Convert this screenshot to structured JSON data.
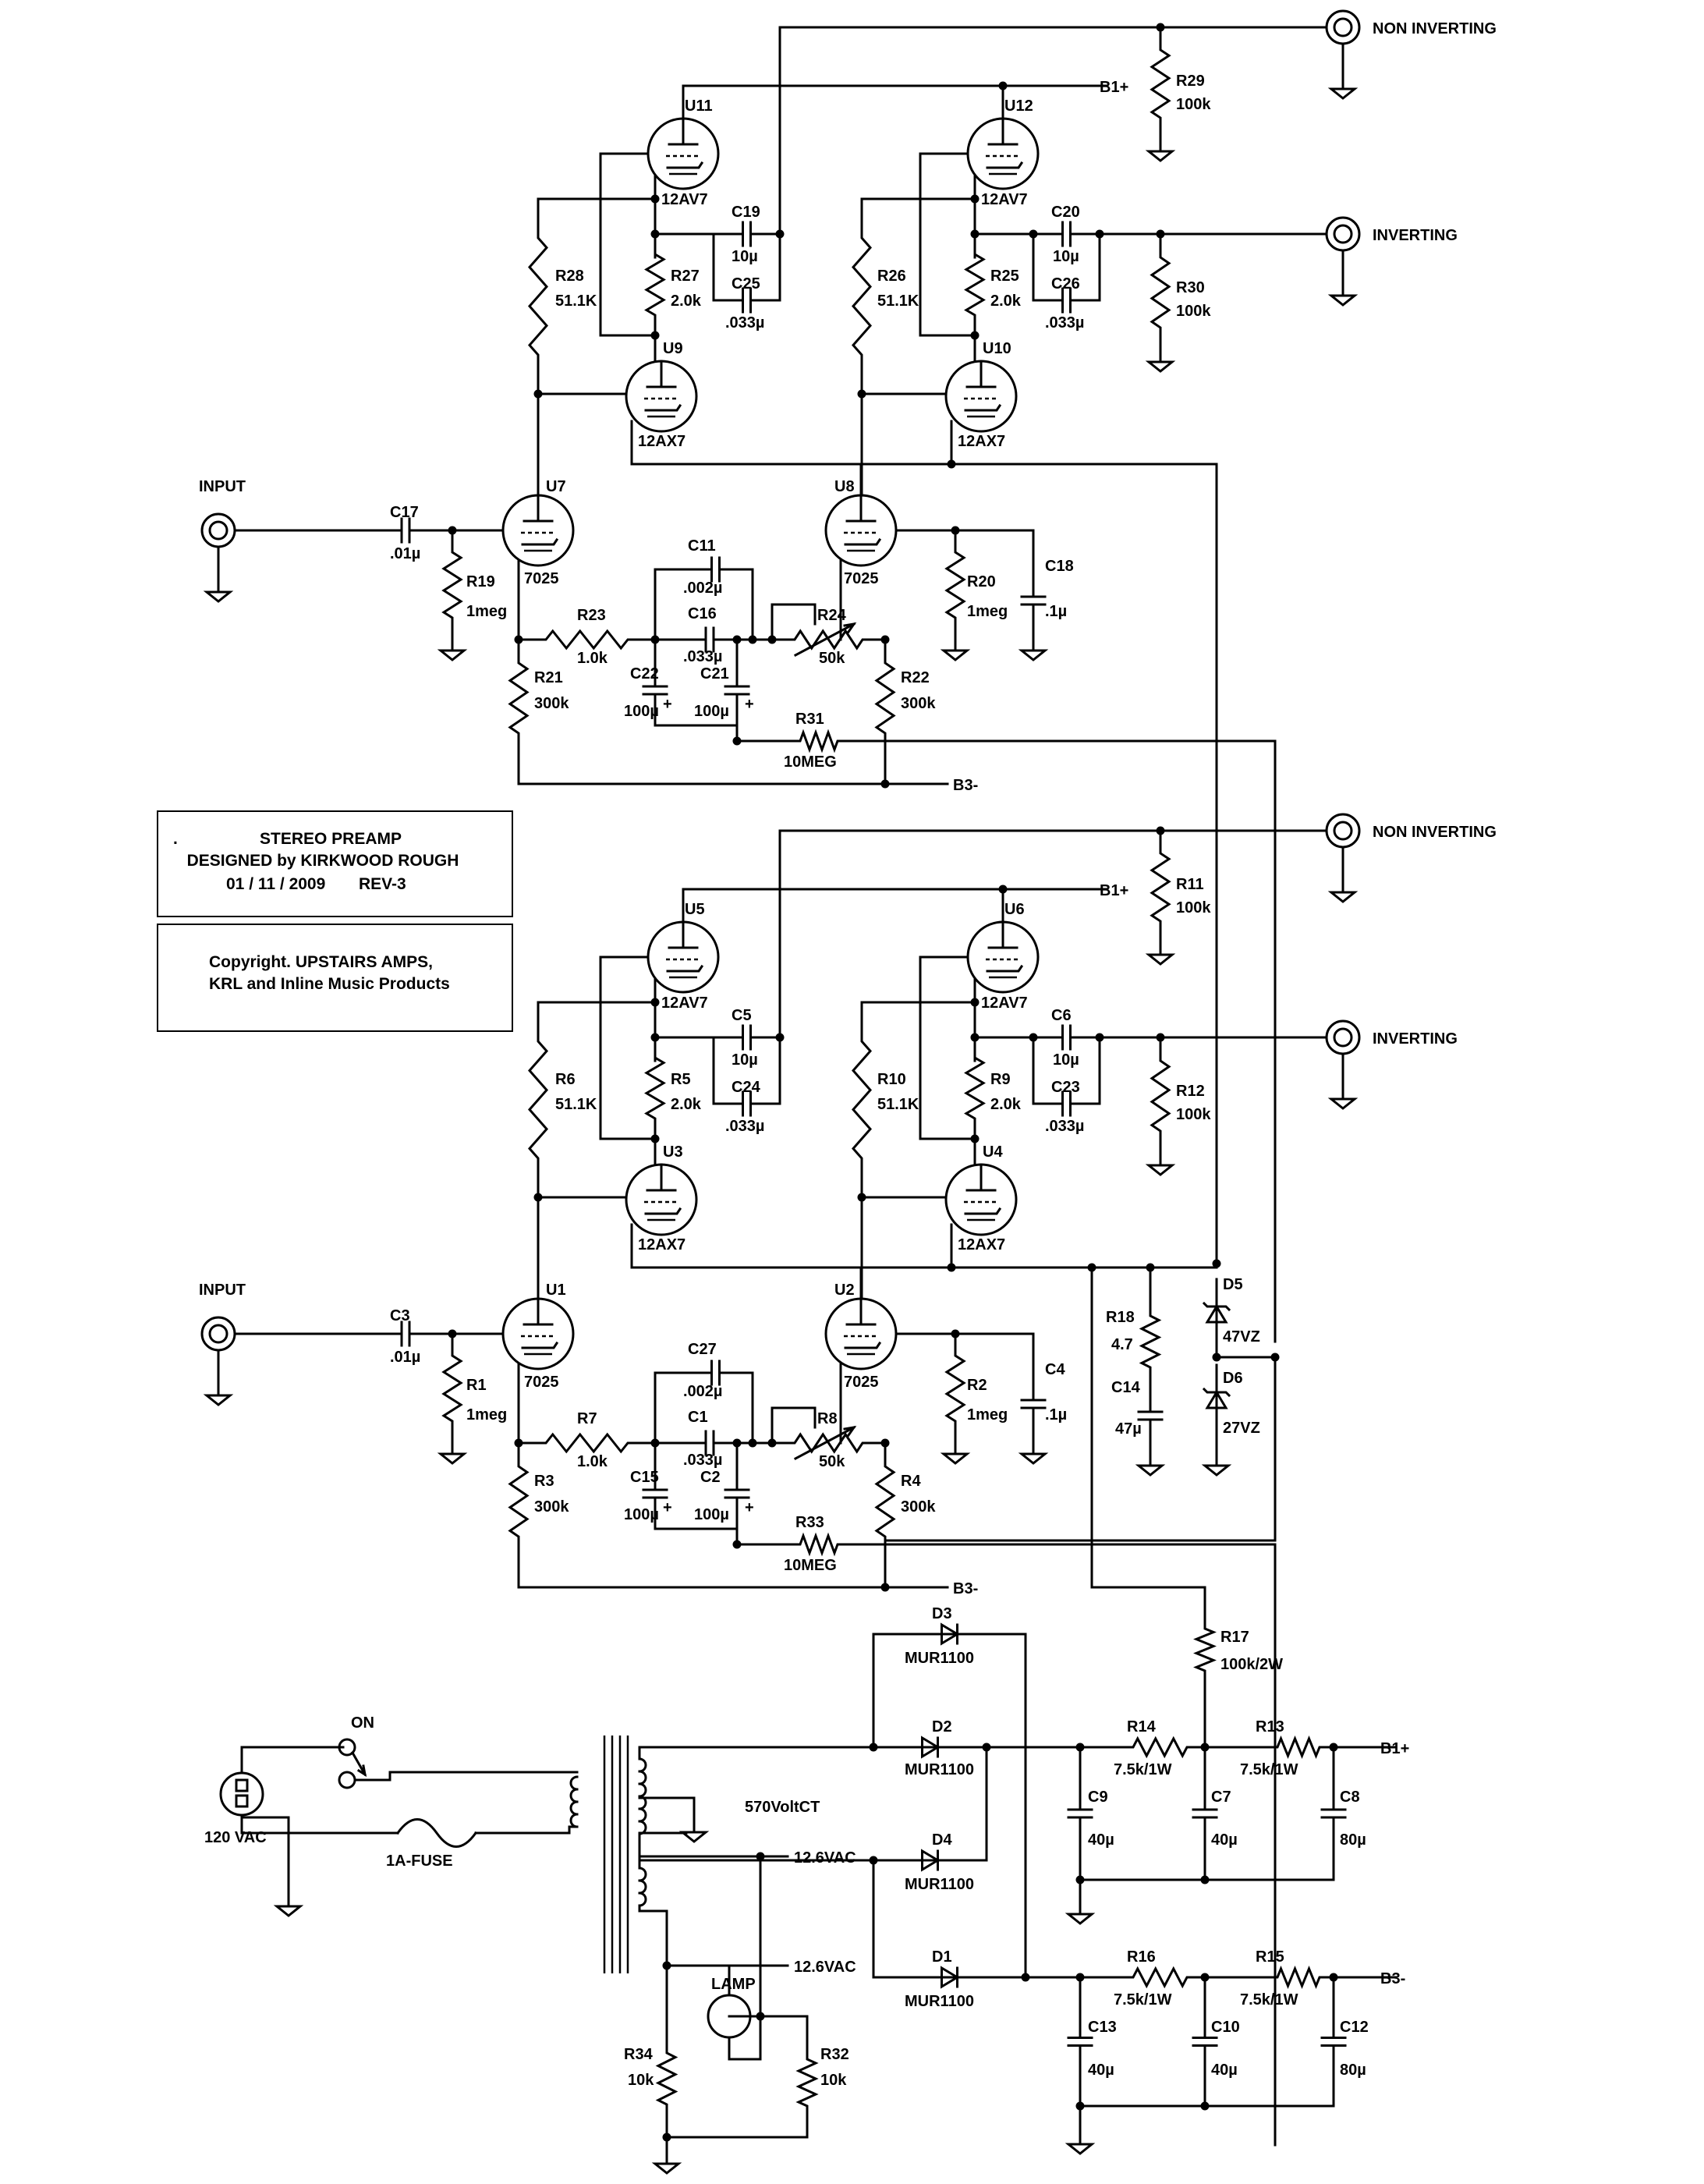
{
  "ports": {
    "non_inverting_top": "NON INVERTING",
    "inverting_top": "INVERTING",
    "non_inverting_bot": "NON INVERTING",
    "inverting_bot": "INVERTING",
    "input_top": "INPUT",
    "input_bot": "INPUT"
  },
  "rails": {
    "b1": "B1+",
    "b3": "B3-"
  },
  "tubes": {
    "U11": {
      "ref": "U11",
      "type": "12AV7"
    },
    "U12": {
      "ref": "U12",
      "type": "12AV7"
    },
    "U9": {
      "ref": "U9",
      "type": "12AX7"
    },
    "U10": {
      "ref": "U10",
      "type": "12AX7"
    },
    "U7": {
      "ref": "U7",
      "type": "7025"
    },
    "U8": {
      "ref": "U8",
      "type": "7025"
    },
    "U5": {
      "ref": "U5",
      "type": "12AV7"
    },
    "U6": {
      "ref": "U6",
      "type": "12AV7"
    },
    "U3": {
      "ref": "U3",
      "type": "12AX7"
    },
    "U4": {
      "ref": "U4",
      "type": "12AX7"
    },
    "U1": {
      "ref": "U1",
      "type": "7025"
    },
    "U2": {
      "ref": "U2",
      "type": "7025"
    }
  },
  "parts": {
    "R29": {
      "ref": "R29",
      "val": "100k"
    },
    "R30": {
      "ref": "R30",
      "val": "100k"
    },
    "C19": {
      "ref": "C19",
      "val": "10µ"
    },
    "C25": {
      "ref": "C25",
      "val": ".033µ"
    },
    "C20": {
      "ref": "C20",
      "val": "10µ"
    },
    "C26": {
      "ref": "C26",
      "val": ".033µ"
    },
    "R28": {
      "ref": "R28",
      "val": "51.1K"
    },
    "R27": {
      "ref": "R27",
      "val": "2.0k"
    },
    "R26": {
      "ref": "R26",
      "val": "51.1K"
    },
    "R25": {
      "ref": "R25",
      "val": "2.0k"
    },
    "C17": {
      "ref": "C17",
      "val": ".01µ"
    },
    "R19": {
      "ref": "R19",
      "val": "1meg"
    },
    "C11": {
      "ref": "C11",
      "val": ".002µ"
    },
    "C16": {
      "ref": "C16",
      "val": ".033µ"
    },
    "R23": {
      "ref": "R23",
      "val": "1.0k"
    },
    "R24": {
      "ref": "R24",
      "val": "50k"
    },
    "C22": {
      "ref": "C22",
      "val": "100µ"
    },
    "C21": {
      "ref": "C21",
      "val": "100µ"
    },
    "R20": {
      "ref": "R20",
      "val": "1meg"
    },
    "C18": {
      "ref": "C18",
      "val": ".1µ"
    },
    "R21": {
      "ref": "R21",
      "val": "300k"
    },
    "R22": {
      "ref": "R22",
      "val": "300k"
    },
    "R31": {
      "ref": "R31",
      "val": "10MEG"
    },
    "R11": {
      "ref": "R11",
      "val": "100k"
    },
    "R12": {
      "ref": "R12",
      "val": "100k"
    },
    "C5": {
      "ref": "C5",
      "val": "10µ"
    },
    "C24": {
      "ref": "C24",
      "val": ".033µ"
    },
    "C6": {
      "ref": "C6",
      "val": "10µ"
    },
    "C23": {
      "ref": "C23",
      "val": ".033µ"
    },
    "R6": {
      "ref": "R6",
      "val": "51.1K"
    },
    "R5": {
      "ref": "R5",
      "val": "2.0k"
    },
    "R10": {
      "ref": "R10",
      "val": "51.1K"
    },
    "R9": {
      "ref": "R9",
      "val": "2.0k"
    },
    "C3": {
      "ref": "C3",
      "val": ".01µ"
    },
    "R1": {
      "ref": "R1",
      "val": "1meg"
    },
    "C27": {
      "ref": "C27",
      "val": ".002µ"
    },
    "C1": {
      "ref": "C1",
      "val": ".033µ"
    },
    "R7": {
      "ref": "R7",
      "val": "1.0k"
    },
    "R8": {
      "ref": "R8",
      "val": "50k"
    },
    "C15": {
      "ref": "C15",
      "val": "100µ"
    },
    "C2": {
      "ref": "C2",
      "val": "100µ"
    },
    "R2": {
      "ref": "R2",
      "val": "1meg"
    },
    "C4": {
      "ref": "C4",
      "val": ".1µ"
    },
    "R3": {
      "ref": "R3",
      "val": "300k"
    },
    "R4": {
      "ref": "R4",
      "val": "300k"
    },
    "R33": {
      "ref": "R33",
      "val": "10MEG"
    },
    "R18": {
      "ref": "R18",
      "val": "4.7"
    },
    "C14": {
      "ref": "C14",
      "val": "47µ"
    },
    "D5": {
      "ref": "D5",
      "val": "47VZ"
    },
    "D6": {
      "ref": "D6",
      "val": "27VZ"
    },
    "R17": {
      "ref": "R17",
      "val": "100k/2W"
    },
    "D3": {
      "ref": "D3",
      "val": "MUR1100"
    },
    "D2": {
      "ref": "D2",
      "val": "MUR1100"
    },
    "D4": {
      "ref": "D4",
      "val": "MUR1100"
    },
    "D1": {
      "ref": "D1",
      "val": "MUR1100"
    },
    "R14": {
      "ref": "R14",
      "val": "7.5k/1W"
    },
    "R13": {
      "ref": "R13",
      "val": "7.5k/1W"
    },
    "R16": {
      "ref": "R16",
      "val": "7.5k/1W"
    },
    "R15": {
      "ref": "R15",
      "val": "7.5k/1W"
    },
    "C9": {
      "ref": "C9",
      "val": "40µ"
    },
    "C7": {
      "ref": "C7",
      "val": "40µ"
    },
    "C8": {
      "ref": "C8",
      "val": "80µ"
    },
    "C13": {
      "ref": "C13",
      "val": "40µ"
    },
    "C10": {
      "ref": "C10",
      "val": "40µ"
    },
    "C12": {
      "ref": "C12",
      "val": "80µ"
    },
    "R34": {
      "ref": "R34",
      "val": "10k"
    },
    "R32": {
      "ref": "R32",
      "val": "10k"
    }
  },
  "power": {
    "switch": "ON",
    "fuse": "1A-FUSE",
    "mains": "120 VAC",
    "transformer": "570VoltCT",
    "heater1": "12.6VAC",
    "heater2": "12.6VAC",
    "lamp": "LAMP"
  },
  "title_block": {
    "dot": ".",
    "line1": "STEREO PREAMP",
    "line2": "DESIGNED by KIRKWOOD ROUGH",
    "date": "01 / 11 / 2009",
    "rev": "REV-3"
  },
  "copyright": {
    "line1": "Copyright. UPSTAIRS AMPS,",
    "line2": "KRL and Inline Music Products"
  }
}
